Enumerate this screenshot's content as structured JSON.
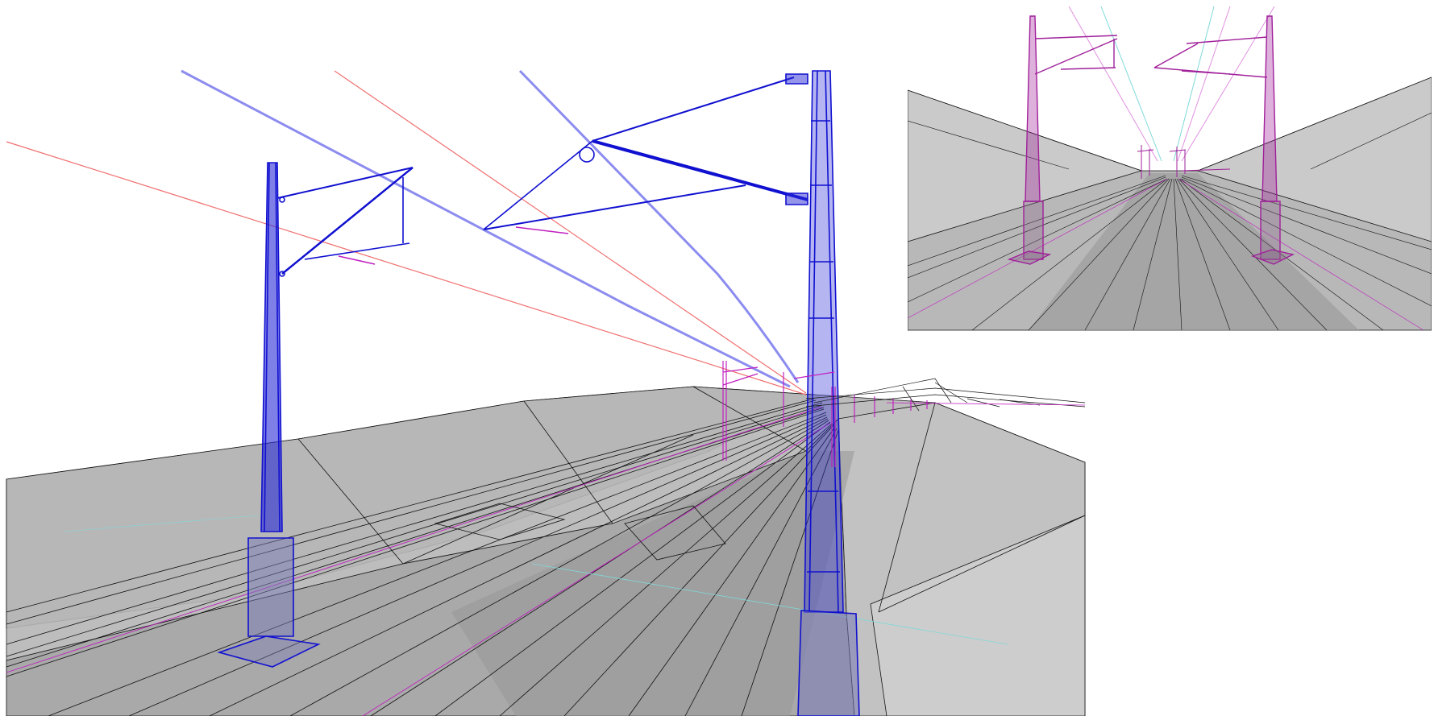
{
  "scene": {
    "subject": "railway-catenary-3d-model",
    "views": [
      {
        "id": "perspective-main",
        "kind": "3d-wireframe-render"
      },
      {
        "id": "perspective-inset",
        "kind": "3d-wireframe-render"
      }
    ],
    "colors": {
      "background": "#ffffff",
      "ground_light": "#cfcfcf",
      "ground_mid": "#bdbdbd",
      "ground_dark": "#9e9e9e",
      "edge": "#111111",
      "selected_mast": "#1010d0",
      "selected_mast_fill": "#7a7ab8",
      "other_masts": "#c020c0",
      "inset_masts": "#a0209a",
      "wire_selected": "#8c8cf0",
      "wire_red": "#f07070",
      "wire_cyan": "#80d8d8",
      "wire_magenta": "#e090e0"
    }
  }
}
